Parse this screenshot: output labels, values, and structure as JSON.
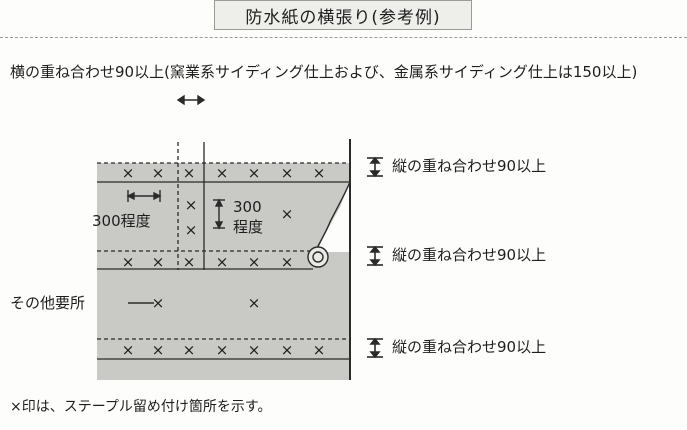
{
  "title": "防水紙の横張り(参考例)",
  "top_note": "横の重ね合わせ90以上(窯業系サイディング仕上および、金属系サイディング仕上は150以上)",
  "vertical_overlap_label": "縦の重ね合わせ90以上",
  "spacing_300_left": "300程度",
  "spacing_300_right_line1": "300",
  "spacing_300_right_line2": "程度",
  "other_label": "その他要所",
  "staple_mark": "×",
  "footnote": "×印は、ステープル留め付け箇所を示す。",
  "colors": {
    "sheet": "#c9c9c6",
    "line": "#2a2a2a"
  }
}
